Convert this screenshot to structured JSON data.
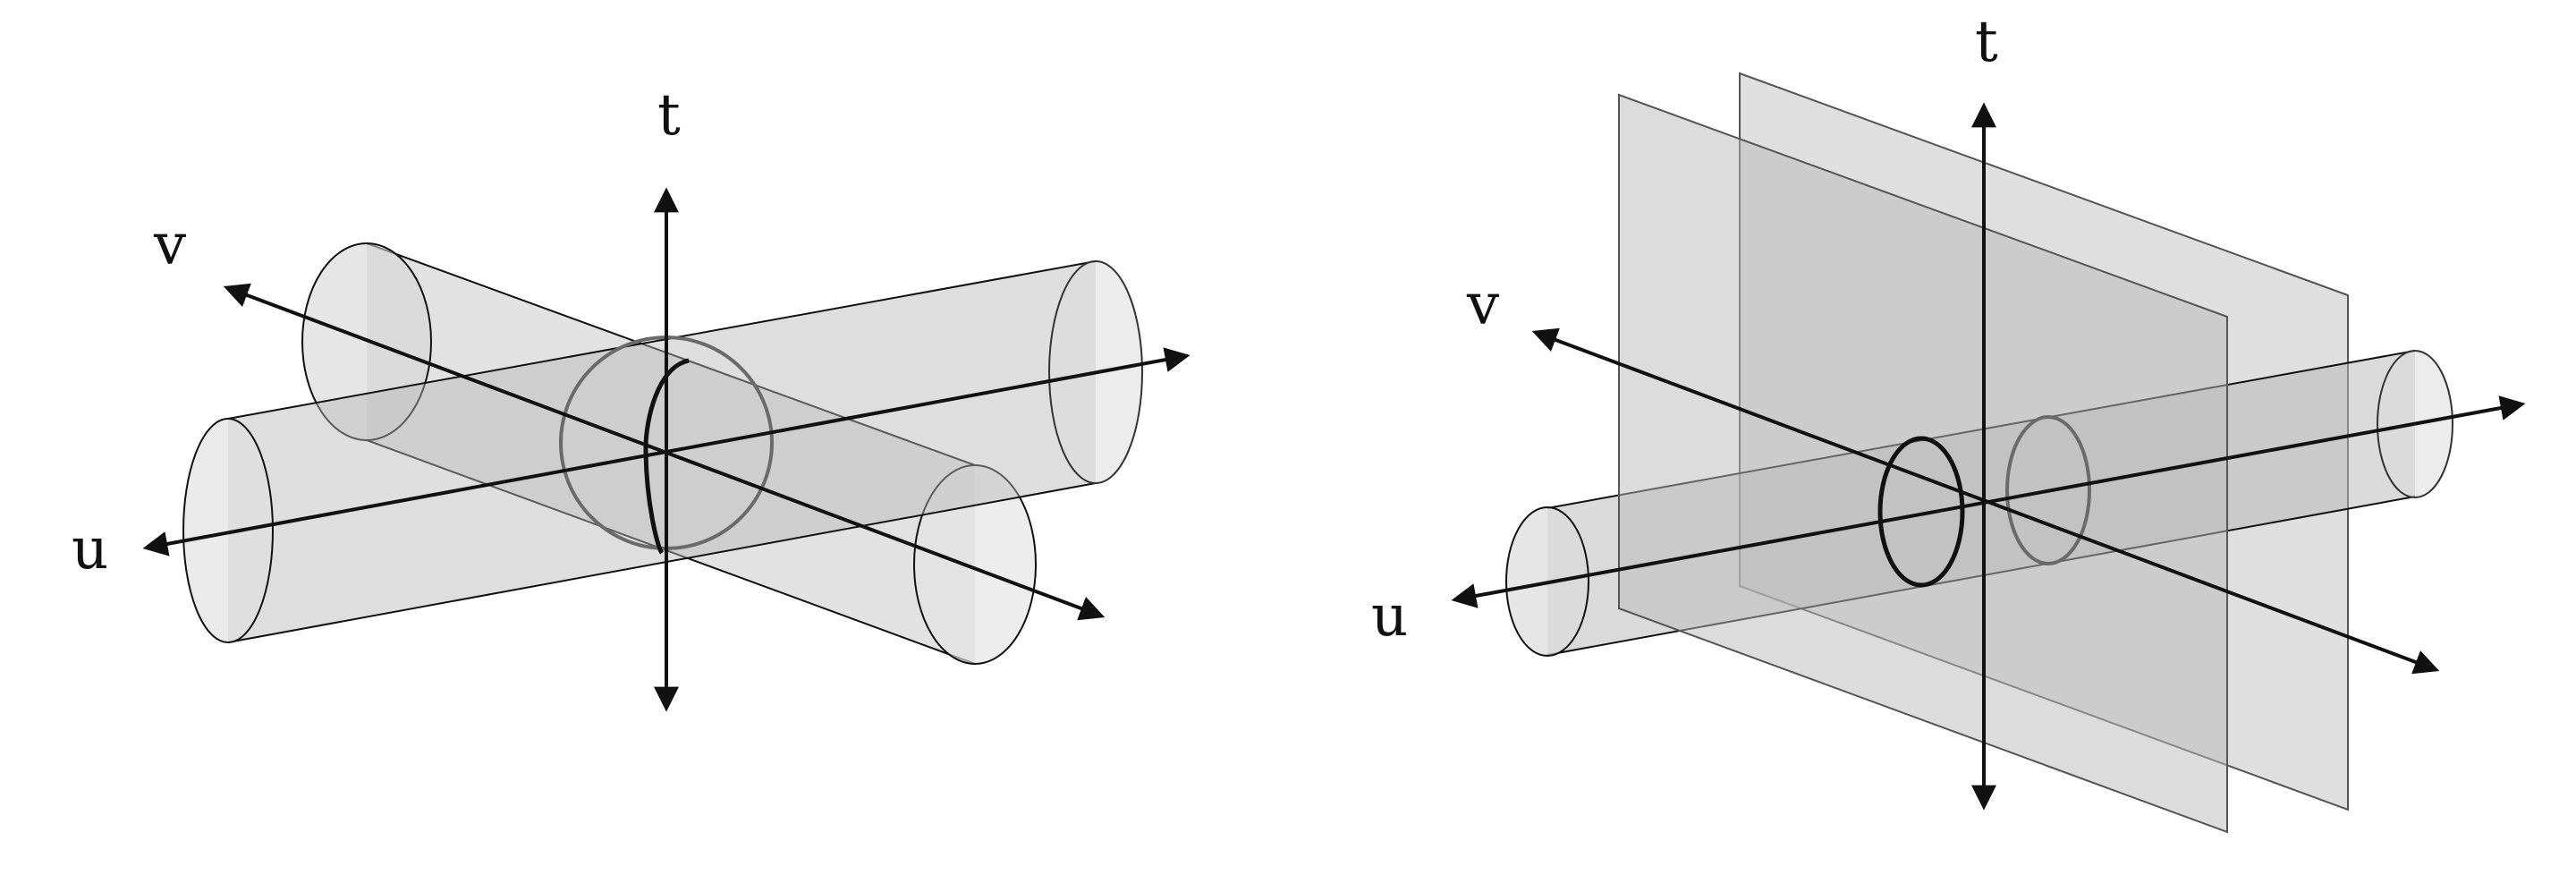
{
  "left_panel": {
    "axis_labels": {
      "t": "t",
      "u": "u",
      "v": "v"
    },
    "objects": [
      "cylinder-along-u",
      "cylinder-along-v"
    ]
  },
  "right_panel": {
    "axis_labels": {
      "t": "t",
      "u": "u",
      "v": "v"
    },
    "objects": [
      "cylinder-along-u",
      "plane-back",
      "plane-front"
    ]
  },
  "colors": {
    "fill_light": "#d8d8d8",
    "fill_mid": "#bdbdbd",
    "stroke": "#111111",
    "stroke_grey": "#666666"
  }
}
